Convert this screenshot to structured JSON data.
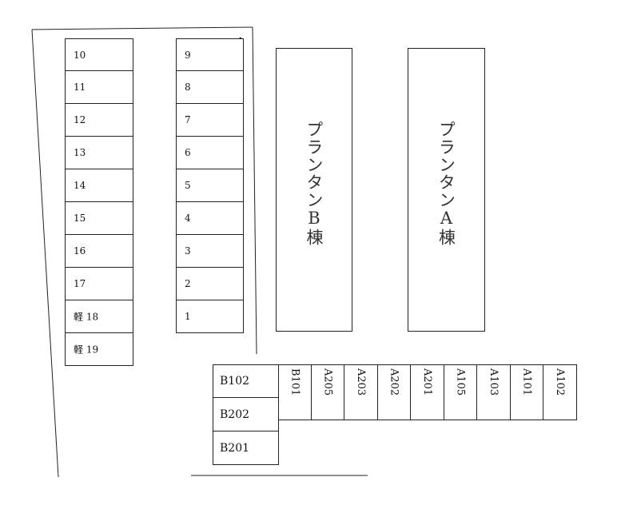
{
  "parking_left": [
    "10",
    "11",
    "12",
    "13",
    "14",
    "15",
    "16",
    "17",
    "軽 18",
    "軽 19"
  ],
  "parking_right": [
    "9",
    "8",
    "7",
    "6",
    "5",
    "4",
    "3",
    "2",
    "1"
  ],
  "building_b": "プランタンB棟",
  "building_a": "プランタンA棟",
  "units_row": [
    "B101",
    "A205",
    "A203",
    "A202",
    "A201",
    "A105",
    "A103",
    "A101",
    "A102"
  ],
  "units_col": [
    "B102",
    "B202",
    "B201"
  ]
}
